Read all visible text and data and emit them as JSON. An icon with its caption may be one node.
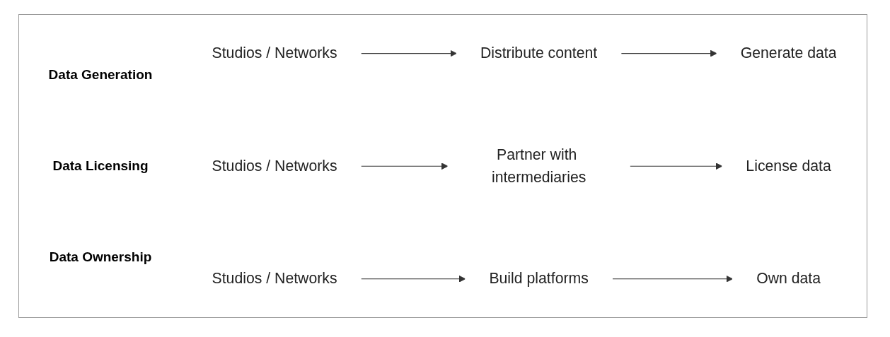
{
  "diagram": {
    "nodes": [
      {
        "text": [
          "Studios / Networks"
        ]
      },
      {
        "text": [
          "Distribute content"
        ]
      },
      {
        "text": [
          "Generate data"
        ]
      },
      {
        "text": [
          "Studios / Networks"
        ]
      },
      {
        "text": [
          "Partner with intermediaries"
        ]
      },
      {
        "text": [
          "License data"
        ]
      },
      {
        "text": [
          "Studios / Networks"
        ]
      },
      {
        "text": [
          "Build platforms"
        ]
      },
      {
        "text": [
          "Own data"
        ]
      }
    ],
    "edges": [
      {
        "from": 0,
        "to": 1,
        "arrow": "to"
      },
      {
        "from": 1,
        "to": 2,
        "arrow": "to"
      },
      {
        "from": 3,
        "to": 4,
        "arrow": "to"
      },
      {
        "from": 4,
        "to": 5,
        "arrow": "to"
      },
      {
        "from": 6,
        "to": 7,
        "arrow": "to"
      },
      {
        "from": 7,
        "to": 8,
        "arrow": "to"
      }
    ],
    "labels": [
      "Data Generation",
      "Data Licensing",
      "Data Ownership"
    ]
  }
}
